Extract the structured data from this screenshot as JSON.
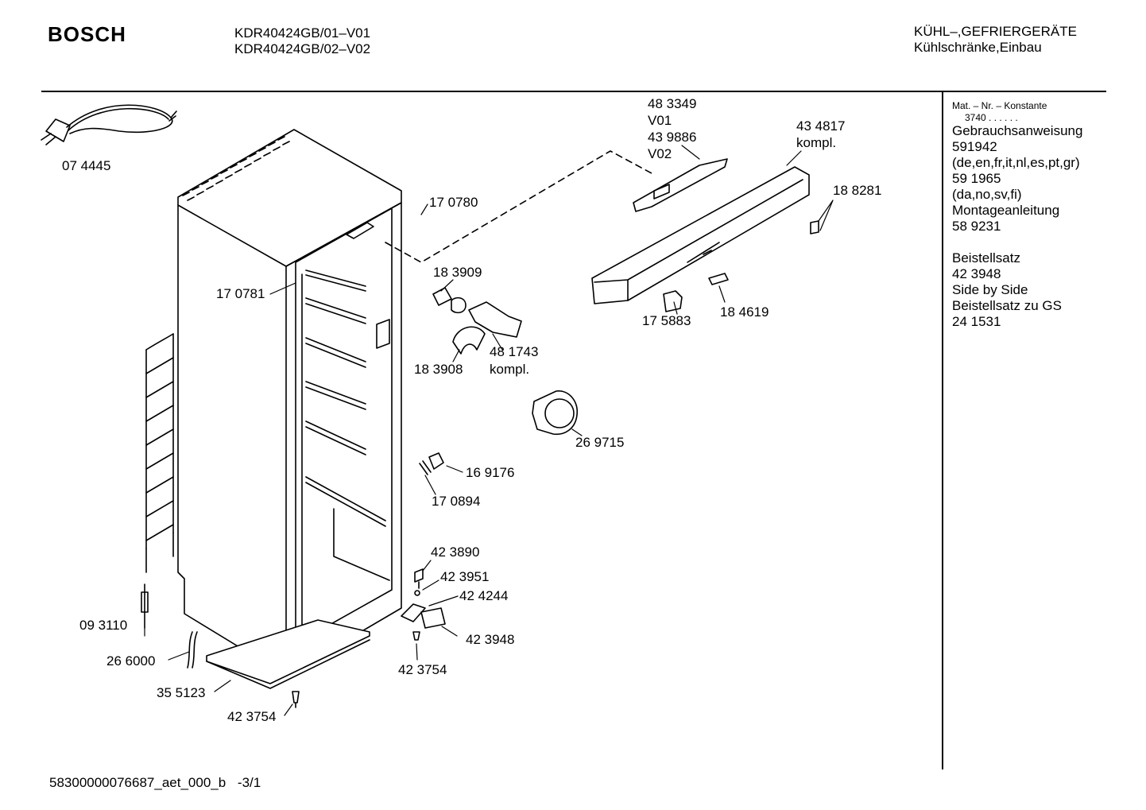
{
  "header": {
    "brand": "BOSCH",
    "model_1": "KDR40424GB/01–V01",
    "model_2": "KDR40424GB/02–V02",
    "category_1": "KÜHL–,GEFRIERGERÄTE",
    "category_2": "Kühlschränke,Einbau"
  },
  "sidebar": {
    "mat_label": "Mat. – Nr. – Konstante",
    "mat_value": "3740 . . . . . .",
    "lines_1": [
      "Gebrauchsanweisung",
      "591942",
      "(de,en,fr,it,nl,es,pt,gr)",
      "59 1965",
      "(da,no,sv,fi)",
      "Montageanleitung",
      "58 9231"
    ],
    "lines_2": [
      "Beistellsatz",
      "42 3948",
      "Side by Side",
      "Beistellsatz zu GS",
      "24 1531"
    ]
  },
  "parts": {
    "p074445": "07 4445",
    "p483349": "48 3349",
    "v01": "V01",
    "p439886": "43 9886",
    "v02": "V02",
    "p434817": "43 4817",
    "kompl_1": "kompl.",
    "p188281": "18 8281",
    "p170780": "17 0780",
    "p170781": "17 0781",
    "p183909": "18 3909",
    "p183908": "18 3908",
    "p481743": "48 1743",
    "kompl_2": "kompl.",
    "p175883": "17 5883",
    "p184619": "18 4619",
    "p269715": "26 9715",
    "p169176": "16 9176",
    "p170894": "17 0894",
    "p423890": "42 3890",
    "p423951": "42 3951",
    "p424244": "42 4244",
    "p423948": "42 3948",
    "p423754_a": "42 3754",
    "p093110": "09 3110",
    "p266000": "26 6000",
    "p355123": "35 5123",
    "p423754_b": "42 3754"
  },
  "footer": {
    "code": "58300000076687_aet_000_b",
    "page": "-3/1"
  }
}
